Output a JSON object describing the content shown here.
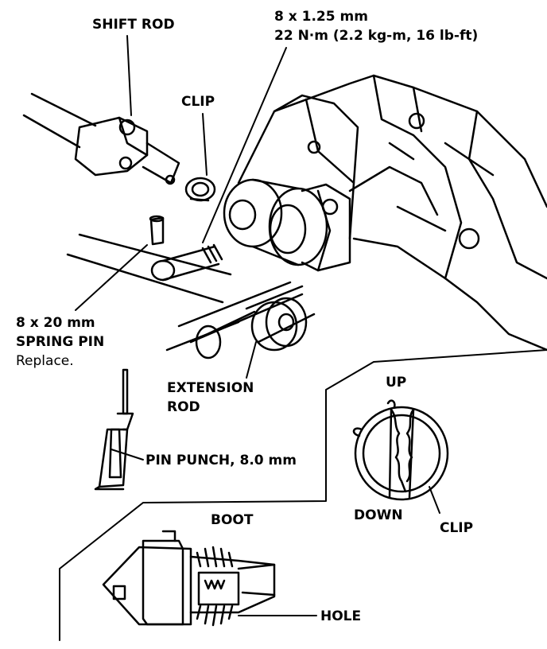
{
  "labels": {
    "shift_rod": "SHIFT ROD",
    "bolt_size": "8 x 1.25 mm",
    "torque": "22 N·m (2.2 kg-m, 16 lb-ft)",
    "clip_top": "CLIP",
    "spring_pin_size": "8 x 20 mm",
    "spring_pin": "SPRING PIN",
    "replace": "Replace.",
    "extension_rod_1": "EXTENSION",
    "extension_rod_2": "ROD",
    "up": "UP",
    "pin_punch": "PIN PUNCH, 8.0 mm",
    "down": "DOWN",
    "clip_detail": "CLIP",
    "boot": "BOOT",
    "hole": "HOLE"
  }
}
